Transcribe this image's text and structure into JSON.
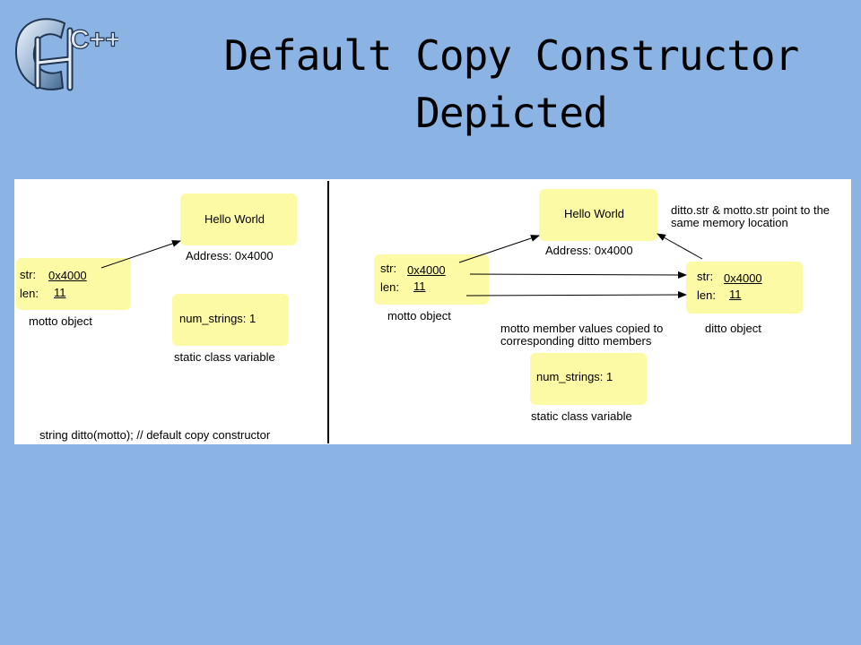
{
  "title": {
    "line1": "Default Copy Constructor",
    "line2": "Depicted"
  },
  "logo": {
    "text": "C++",
    "icon": "cpp-logo-icon"
  },
  "colors": {
    "background": "#8bb4e4",
    "panel": "#ffffff",
    "box_fill": "#fdfaa6"
  },
  "left_panel": {
    "string_box": "Hello World",
    "address_label": "Address: 0x4000",
    "object": {
      "str_label": "str:",
      "str_value": "0x4000",
      "len_label": "len:",
      "len_value": "11",
      "caption": "motto object"
    },
    "static_box": {
      "text": "num_strings:  1",
      "caption": "static class variable"
    },
    "code_line": "string ditto(motto);  // default copy constructor"
  },
  "right_panel": {
    "string_box": "Hello World",
    "address_label": "Address: 0x4000",
    "note_line1": "ditto.str & motto.str point to the",
    "note_line2": "same memory location",
    "motto_object": {
      "str_label": "str:",
      "str_value": "0x4000",
      "len_label": "len:",
      "len_value": "11",
      "caption": "motto object"
    },
    "ditto_object": {
      "str_label": "str:",
      "str_value": "0x4000",
      "len_label": "len:",
      "len_value": "11",
      "caption": "ditto object"
    },
    "copy_note_line1": "motto member values copied to",
    "copy_note_line2": "corresponding ditto members",
    "static_box": {
      "text": "num_strings:  1",
      "caption": "static class variable"
    }
  }
}
